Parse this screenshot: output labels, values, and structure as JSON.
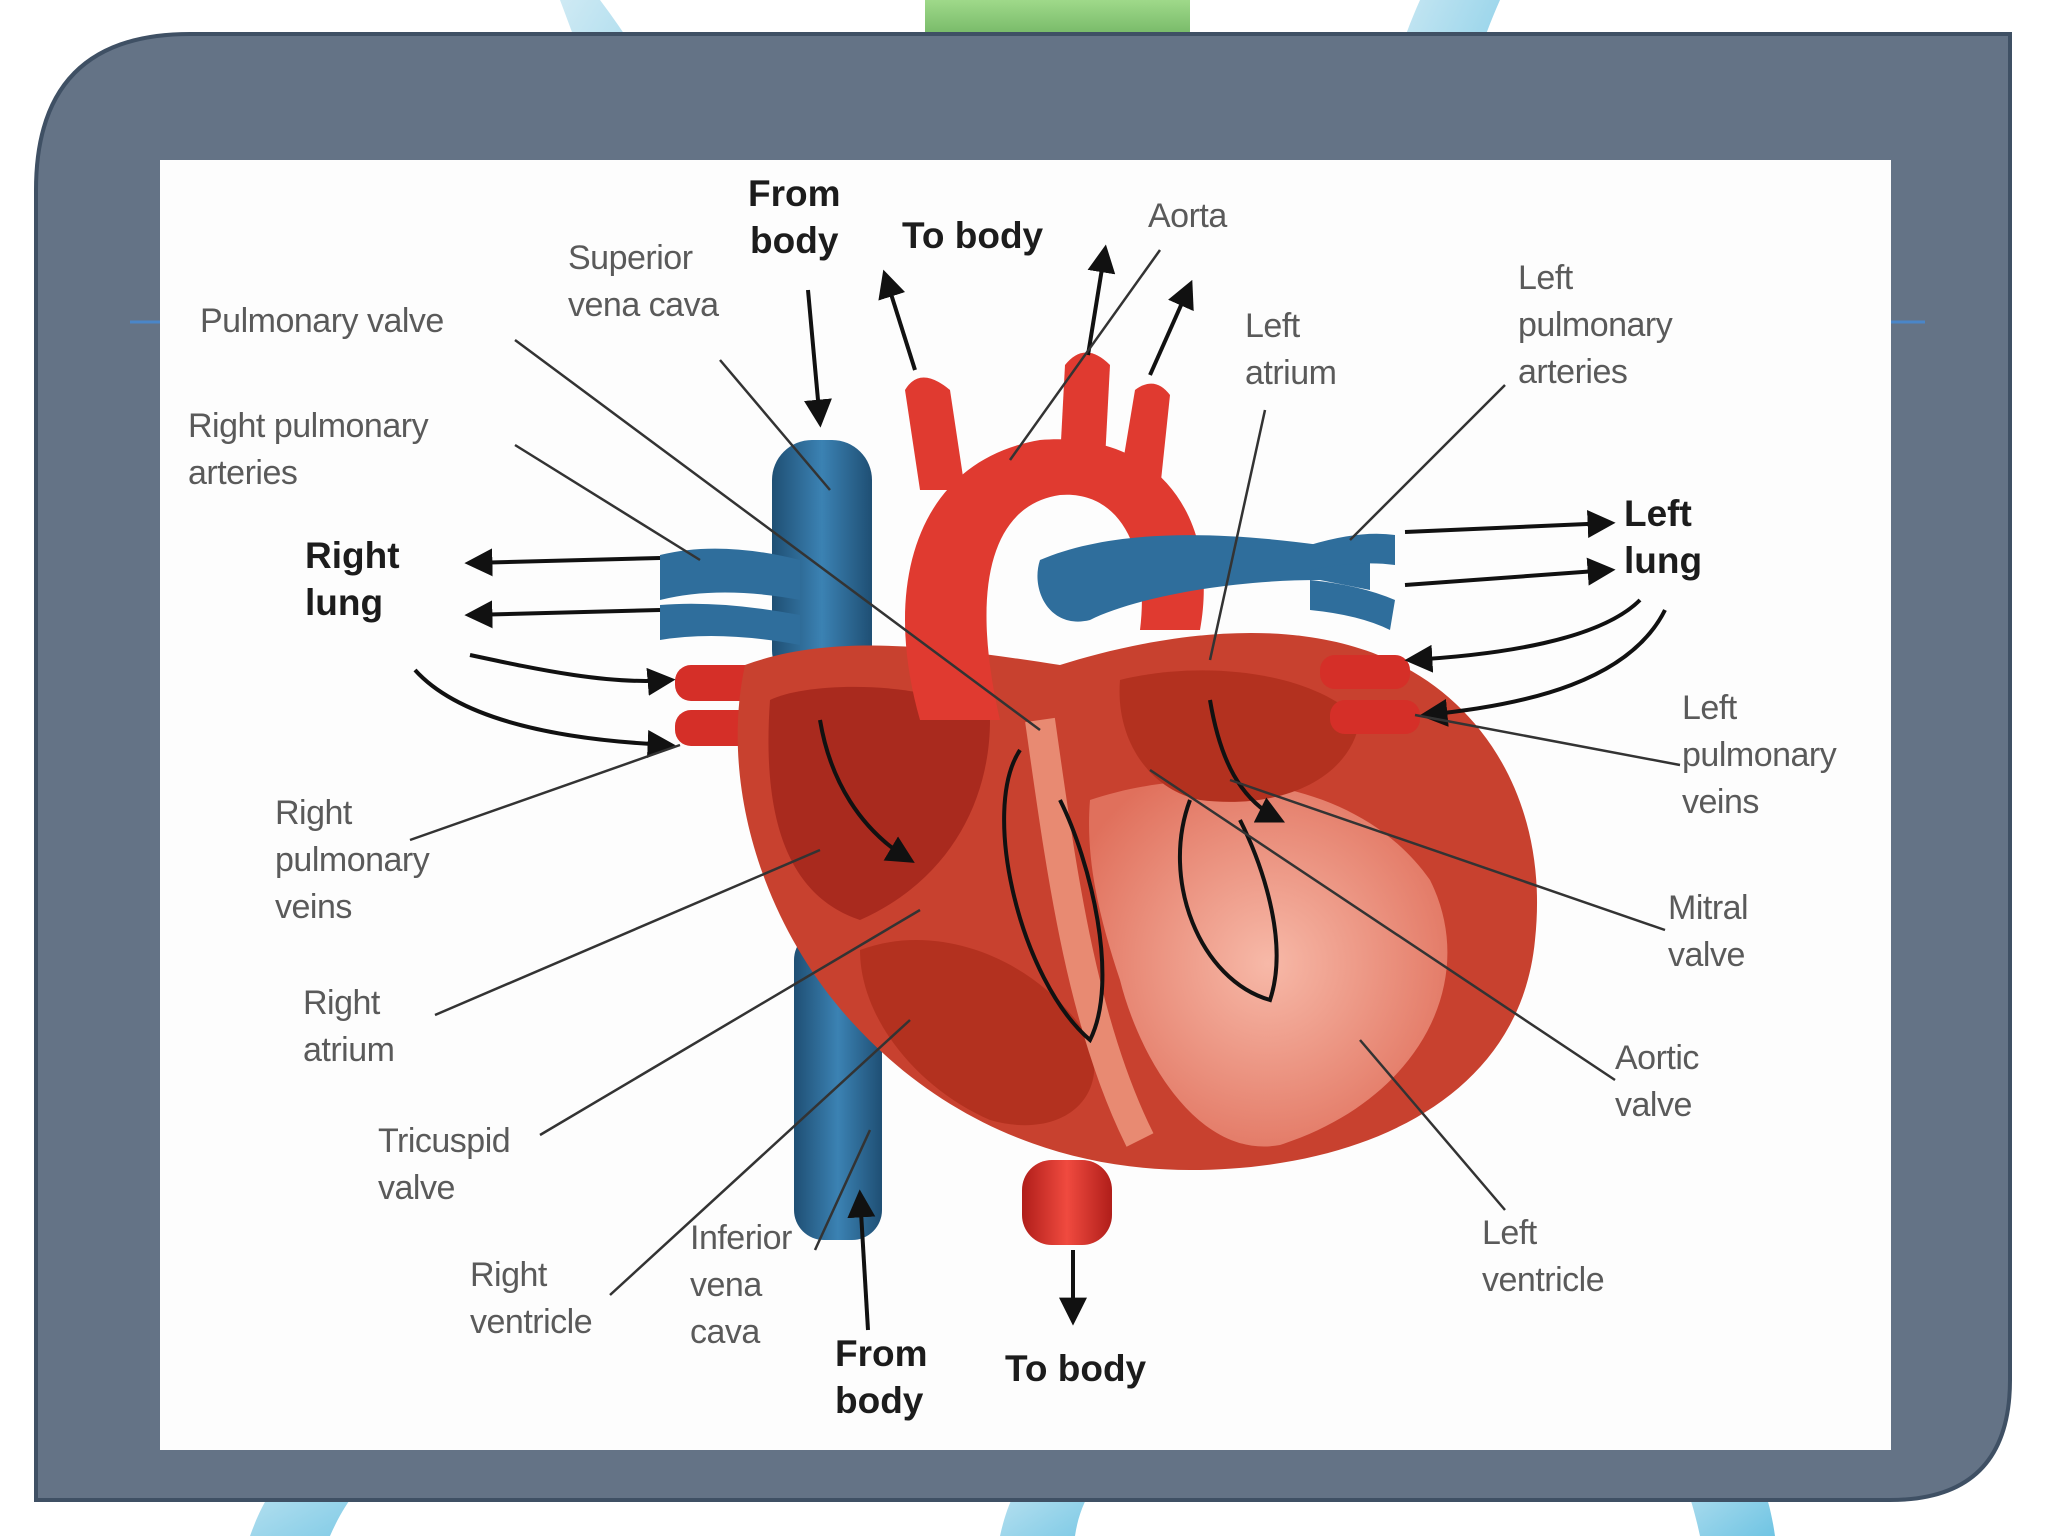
{
  "colors": {
    "slide_frame": "#647386",
    "slide_frame_edge": "#3f5064",
    "title_rule": "#4a86c8",
    "figure_bg": "#fdfdfd",
    "deoxygenated_vessel": "#2e6a95",
    "oxygenated_vessel": "#d9302a",
    "heart_wall": "#c8412f",
    "heart_chamber": "#e9907c",
    "label_text": "#5a5a5a",
    "label_text_bold": "#1c1c1c"
  },
  "diagram": {
    "labels": {
      "from_body_top": "From\nbody",
      "to_body_top": "To body",
      "aorta": "Aorta",
      "superior_vena_cava": "Superior\nvena cava",
      "pulmonary_valve": "Pulmonary valve",
      "left_atrium": "Left\natrium",
      "left_pulmonary_arteries": "Left\npulmonary\narteries",
      "right_pulmonary_arteries": "Right pulmonary\narteries",
      "right_lung": "Right\nlung",
      "left_lung": "Left\nlung",
      "left_pulmonary_veins": "Left\npulmonary\nveins",
      "right_pulmonary_veins": "Right\npulmonary\nveins",
      "mitral_valve": "Mitral\nvalve",
      "right_atrium": "Right\natrium",
      "aortic_valve": "Aortic\nvalve",
      "tricuspid_valve": "Tricuspid\nvalve",
      "left_ventricle": "Left\nventricle",
      "right_ventricle": "Right\nventricle",
      "inferior_vena_cava": "Inferior\nvena\ncava",
      "from_body_bottom": "From\nbody",
      "to_body_bottom": "To body"
    }
  }
}
